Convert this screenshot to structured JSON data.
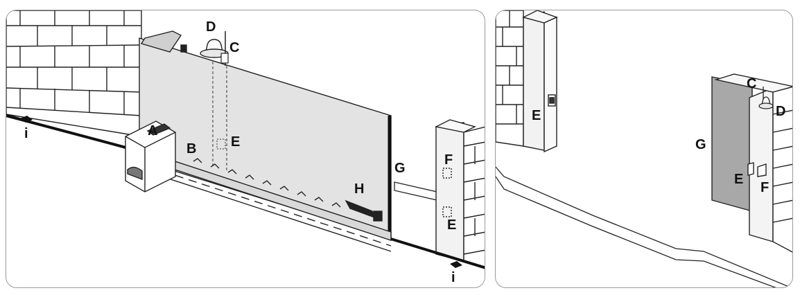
{
  "colors": {
    "outline": "#222222",
    "gate_fill": "#e3e3e3",
    "gate_fill_dark": "#a8a8a8",
    "post_fill": "#f2f2f2",
    "panel_border": "#9a9a9a",
    "rail_dark": "#1a1a1a"
  },
  "left_view": {
    "labels": {
      "a": "A",
      "b": "B",
      "c": "C",
      "d": "D",
      "e_gate": "E",
      "e_post": "E",
      "f": "F",
      "g": "G",
      "h": "H",
      "i_left": "i",
      "i_right": "i"
    }
  },
  "right_view": {
    "labels": {
      "c": "C",
      "d": "D",
      "e_pillar": "E",
      "e_post": "E",
      "f": "F",
      "g": "G"
    }
  }
}
